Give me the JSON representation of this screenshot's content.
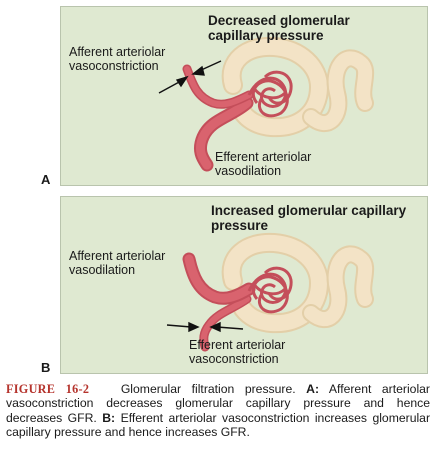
{
  "panel_a": {
    "letter": "A",
    "title": "Decreased glomerular capillary pressure",
    "label_afferent": "Afferent arteriolar vasoconstriction",
    "label_efferent": "Efferent arteriolar vasodilation"
  },
  "panel_b": {
    "letter": "B",
    "title": "Increased glomerular capillary pressure",
    "label_afferent": "Afferent arteriolar vasodilation",
    "label_efferent": "Efferent arteriolar vasoconstriction"
  },
  "caption": {
    "figure_label": "FIGURE 16-2",
    "title": "Glomerular filtration pressure.",
    "part_a_tag": "A:",
    "part_a_text": "Afferent arteriolar vasoconstriction decreases glomerular capillary pressure and hence decreases GFR.",
    "part_b_tag": "B:",
    "part_b_text": "Efferent arteriolar vasoconstriction increases glomerular capillary pressure and hence increases GFR."
  },
  "colors": {
    "panel_bg": "#dfe9d1",
    "tubule": "#f3e3c6",
    "vessel": "#d9636e",
    "caption_label": "#b5332c"
  }
}
